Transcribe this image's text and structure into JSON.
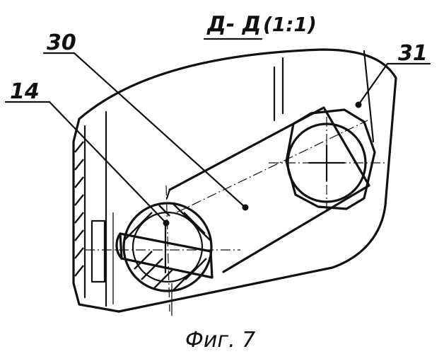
{
  "drawing": {
    "section_title": "Д- Д",
    "scale": "(1:1)",
    "figure_caption": "Фиг. 7",
    "callouts": [
      {
        "id": "callout-30",
        "text": "30"
      },
      {
        "id": "callout-31",
        "text": "31"
      },
      {
        "id": "callout-14",
        "text": "14"
      }
    ]
  },
  "colors": {
    "ink": "#111111",
    "paper": "#ffffff"
  }
}
